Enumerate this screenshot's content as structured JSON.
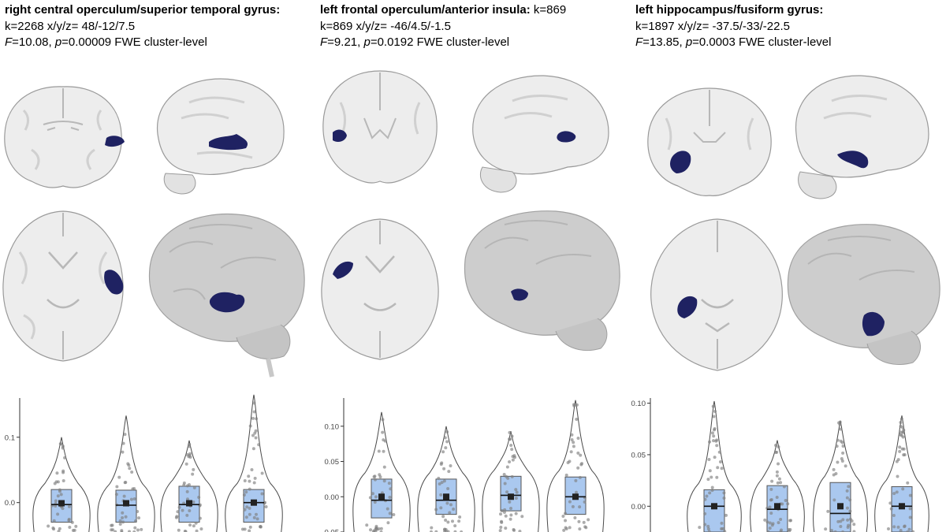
{
  "panels": [
    {
      "region": "right central operculum/superior temporal gyrus:",
      "k_line": "k=2268 x/y/z= 48/-12/7.5",
      "f_label": "F",
      "f_value": "=10.08, ",
      "p_label": "p",
      "p_value": "=0.00009 FWE cluster-level",
      "blob_color": "#1f2262"
    },
    {
      "region": "left frontal operculum/anterior insula:",
      "k_line": " k=869",
      "coord_line": "k=869 x/y/z= -46/4.5/-1.5",
      "f_label": "F",
      "f_value": "=9.21, ",
      "p_label": "p",
      "p_value": "=0.0192 FWE cluster-level",
      "blob_color": "#1f2262"
    },
    {
      "region": "left hippocampus/fusiform gyrus:",
      "k_line": "k=1897 x/y/z= -37.5/-33/-22.5",
      "f_label": "F",
      "f_value": "=13.85, ",
      "p_label": "p",
      "p_value": "=0.0003 FWE cluster-level",
      "blob_color": "#1f2262"
    }
  ],
  "chart_data": [
    {
      "type": "violin-box",
      "ylim": [
        -0.045,
        0.16
      ],
      "yticks": [
        0.0,
        0.1
      ],
      "ytick_labels": [
        "0.0",
        "0.1"
      ],
      "groups": [
        {
          "q1": -0.03,
          "median": -0.003,
          "q3": 0.02,
          "mean": -0.001,
          "min": -0.045,
          "max": 0.1
        },
        {
          "q1": -0.03,
          "median": -0.004,
          "q3": 0.019,
          "mean": -0.001,
          "min": -0.045,
          "max": 0.133
        },
        {
          "q1": -0.03,
          "median": -0.003,
          "q3": 0.025,
          "mean": -0.001,
          "min": -0.045,
          "max": 0.095
        },
        {
          "q1": -0.03,
          "median": 0.0,
          "q3": 0.02,
          "mean": 0.0,
          "min": -0.045,
          "max": 0.165
        }
      ]
    },
    {
      "type": "violin-box",
      "ylim": [
        -0.05,
        0.14
      ],
      "yticks": [
        -0.05,
        0.0,
        0.05,
        0.1
      ],
      "ytick_labels": [
        "-0.05",
        "0.00",
        "0.05",
        "0.10"
      ],
      "groups": [
        {
          "q1": -0.03,
          "median": -0.005,
          "q3": 0.025,
          "mean": 0.0,
          "min": -0.05,
          "max": 0.12
        },
        {
          "q1": -0.025,
          "median": -0.005,
          "q3": 0.025,
          "mean": 0.0,
          "min": -0.05,
          "max": 0.1
        },
        {
          "q1": -0.02,
          "median": 0.002,
          "q3": 0.029,
          "mean": 0.0,
          "min": -0.05,
          "max": 0.093
        },
        {
          "q1": -0.025,
          "median": 0.0,
          "q3": 0.028,
          "mean": 0.0,
          "min": -0.05,
          "max": 0.137
        }
      ]
    },
    {
      "type": "violin-box",
      "ylim": [
        -0.025,
        0.105
      ],
      "yticks": [
        0.0,
        0.05,
        0.1
      ],
      "ytick_labels": [
        "0.00",
        "0.05",
        "0.10"
      ],
      "groups": [
        {
          "q1": -0.025,
          "median": 0.0,
          "q3": 0.016,
          "mean": 0.0,
          "min": -0.025,
          "max": 0.102
        },
        {
          "q1": -0.025,
          "median": -0.003,
          "q3": 0.02,
          "mean": 0.0,
          "min": -0.025,
          "max": 0.064
        },
        {
          "q1": -0.025,
          "median": -0.007,
          "q3": 0.023,
          "mean": 0.0,
          "min": -0.025,
          "max": 0.083
        },
        {
          "q1": -0.025,
          "median": 0.0,
          "q3": 0.019,
          "mean": 0.0,
          "min": -0.025,
          "max": 0.088
        }
      ]
    }
  ]
}
